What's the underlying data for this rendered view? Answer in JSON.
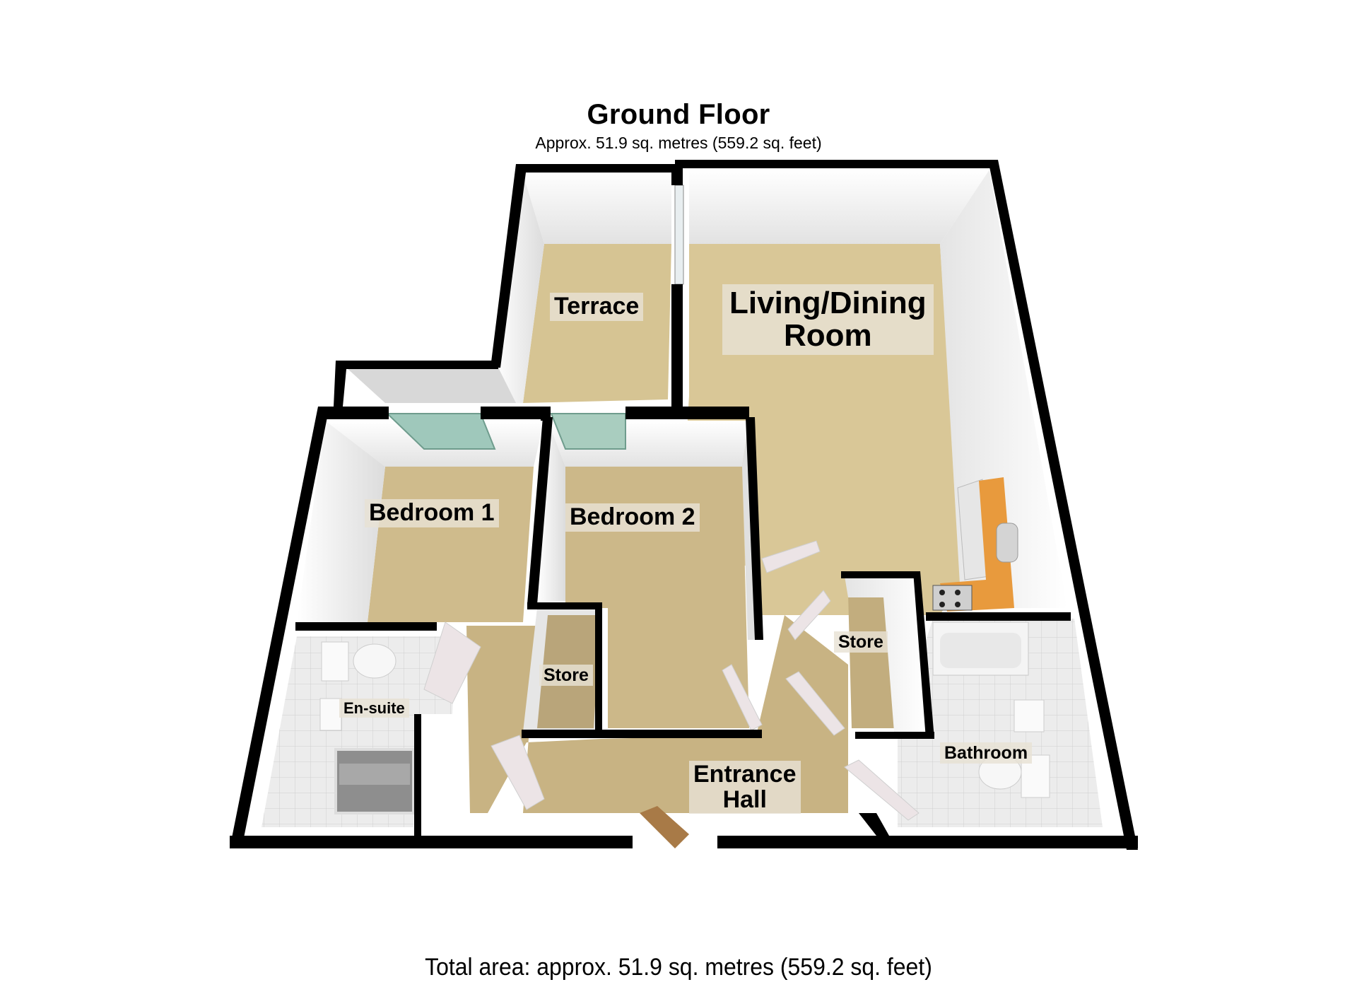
{
  "floorplan": {
    "title": "Ground Floor",
    "subtitle": "Approx. 51.9 sq. metres (559.2 sq. feet)",
    "total_area": "Total area: approx. 51.9 sq. metres (559.2 sq. feet)",
    "rooms": {
      "living": {
        "label_line1": "Living/Dining",
        "label_line2": "Room"
      },
      "terrace": {
        "label": "Terrace"
      },
      "bedroom1": {
        "label": "Bedroom 1"
      },
      "bedroom2": {
        "label": "Bedroom 2"
      },
      "store_left": {
        "label": "Store"
      },
      "store_right": {
        "label": "Store"
      },
      "ensuite": {
        "label": "En-suite"
      },
      "bathroom": {
        "label": "Bathroom"
      },
      "entrance": {
        "label_line1": "Entrance",
        "label_line2": "Hall"
      }
    },
    "colors": {
      "floor_carpet": "#d8c79a",
      "floor_tile": "#e6e6e6",
      "wall": "#000000",
      "wall_face": "#f4f4f4",
      "kitchen_worktop": "#e79a3e",
      "window_glass": "#9fc8bb",
      "door": "#e9e1e3"
    }
  }
}
